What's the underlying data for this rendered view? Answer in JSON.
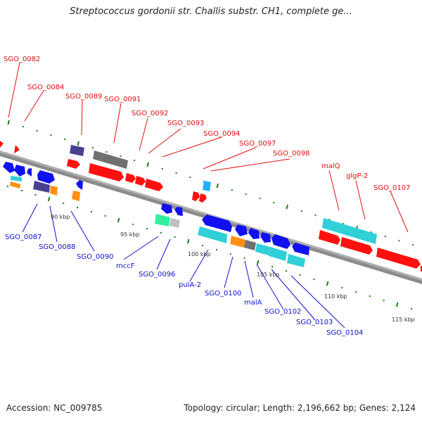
{
  "title": "Streptococcus gordonii str. Challis substr. CH1, complete ge...",
  "footer": {
    "accession": "Accession: NC_009785",
    "summary": "Topology: circular; Length: 2,196,662 bp; Genes: 2,124"
  },
  "colors": {
    "backbone": "#8a8a8a",
    "tick": "#1a7a1a",
    "forward_label": "#e01010",
    "reverse_label": "#1010d0",
    "red": "#ff1010",
    "blue": "#1010f0",
    "navy": "#4a4090",
    "cyan": "#30d0d8",
    "orange": "#ff9010",
    "gray": "#707070",
    "lightgray": "#c0c0c0",
    "mint": "#30f0a0",
    "skyblue": "#20b0ff"
  },
  "scale_labels": [
    "90 kbp",
    "95 kbp",
    "100 kbp",
    "105 kbp",
    "110 kbp",
    "115 kbp"
  ],
  "forward_labels": [
    "SGO_0082",
    "SGO_0084",
    "SGO_0089",
    "SGO_0091",
    "SGO_0092",
    "SGO_0093",
    "SGO_0094",
    "SGO_0097",
    "SGO_0098",
    "malQ",
    "glgP-2",
    "SGO_0107"
  ],
  "reverse_labels": [
    "SGO_0087",
    "SGO_0088",
    "SGO_0090",
    "mccF",
    "SGO_0096",
    "pulA-2",
    "SGO_0100",
    "malA",
    "SGO_0102",
    "SGO_0103",
    "SGO_0104"
  ]
}
